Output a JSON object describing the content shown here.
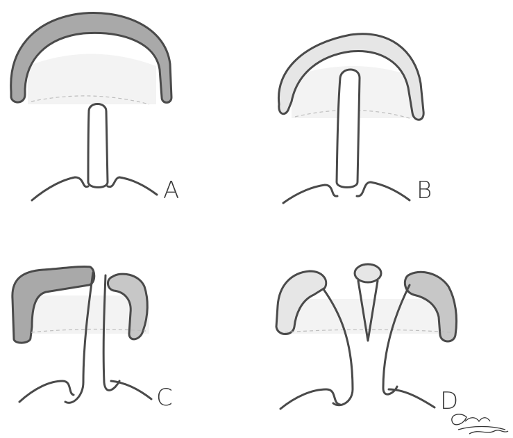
{
  "figure": {
    "panels": [
      {
        "id": "A",
        "label": "A"
      },
      {
        "id": "B",
        "label": "B"
      },
      {
        "id": "C",
        "label": "C"
      },
      {
        "id": "D",
        "label": "D"
      }
    ],
    "colors": {
      "stroke": "#4a4a4a",
      "shade_dark": "#a9a9a9",
      "shade_mid": "#c7c7c7",
      "shade_light": "#e6e6e6"
    }
  }
}
